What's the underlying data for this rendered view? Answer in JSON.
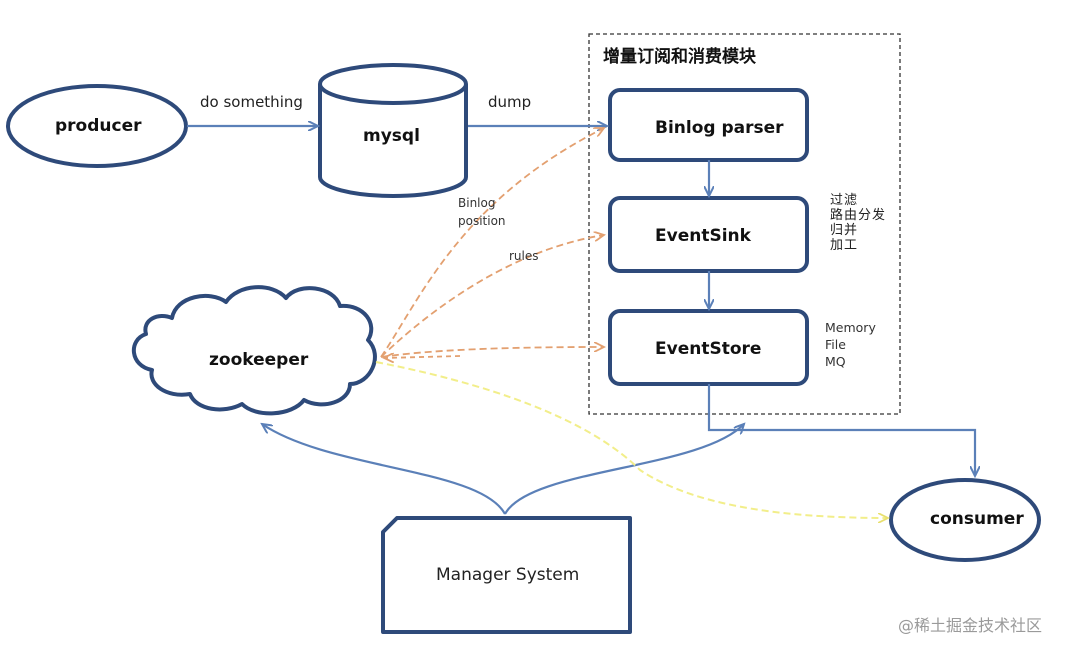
{
  "module": {
    "title": "增量订阅和消费模块"
  },
  "nodes": {
    "producer": "producer",
    "mysql": "mysql",
    "binlog_parser": "Binlog parser",
    "event_sink": "EventSink",
    "event_store": "EventStore",
    "zookeeper": "zookeeper",
    "consumer": "consumer",
    "manager_system": "Manager System"
  },
  "edges": {
    "do_something": "do something",
    "dump": "dump",
    "binlog_position_line1": "Binlog",
    "binlog_position_line2": "position",
    "rules": "rules"
  },
  "annotations": {
    "sink": [
      "过滤",
      "路由分发",
      "归并",
      "加工"
    ],
    "store": [
      "Memory",
      "File",
      "MQ"
    ]
  },
  "watermark": "@稀土掘金技术社区",
  "colors": {
    "node_stroke": "#2e4a7a",
    "arrow_blue": "#5b80b8",
    "arrow_orange": "#e3a070",
    "arrow_yellow": "#f2ee8a"
  }
}
